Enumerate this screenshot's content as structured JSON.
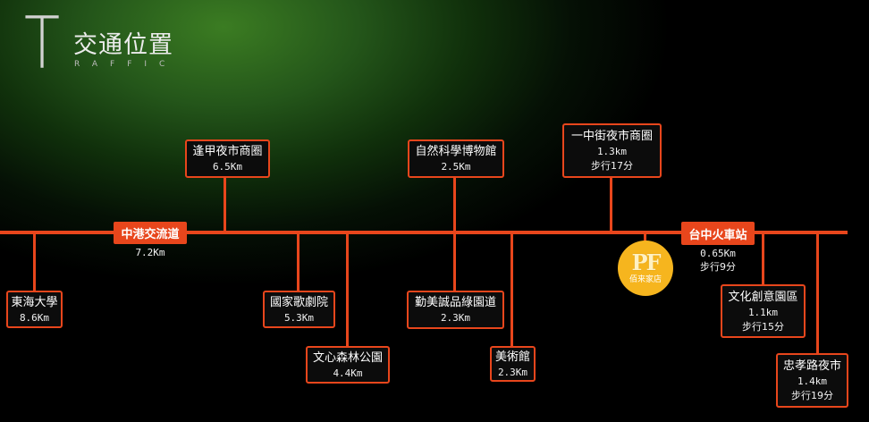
{
  "header": {
    "initial": "T",
    "title": "交通位置",
    "subtitle": "RAFFIC"
  },
  "colors": {
    "accent": "#e8461c",
    "background": "#000000",
    "glow": "#3b7c22",
    "logo": "#f6b51e"
  },
  "logo": {
    "mark": "PF",
    "name": "佰来家店"
  },
  "hubs": {
    "interchange": {
      "label": "中港交流道",
      "distance": "7.2Km"
    },
    "station": {
      "label": "台中火車站",
      "distance": "0.65Km",
      "walk": "步行9分"
    }
  },
  "places": {
    "fengjia": {
      "name": "逢甲夜市商圈",
      "distance": "6.5Km"
    },
    "science_museum": {
      "name": "自然科學博物館",
      "distance": "2.5Km"
    },
    "yizhong": {
      "name": "一中街夜市商圈",
      "distance": "1.3km",
      "walk": "步行17分"
    },
    "tunghai": {
      "name": "東海大學",
      "distance": "8.6Km"
    },
    "opera": {
      "name": "國家歌劇院",
      "distance": "5.3Km"
    },
    "wenxin_park": {
      "name": "文心森林公園",
      "distance": "4.4Km"
    },
    "greenway": {
      "name": "勤美誠品綠園道",
      "distance": "2.3Km"
    },
    "art_museum": {
      "name": "美術館",
      "distance": "2.3Km"
    },
    "cultural_park": {
      "name": "文化創意園區",
      "distance": "1.1km",
      "walk": "步行15分"
    },
    "zhongxiao_market": {
      "name": "忠孝路夜市",
      "distance": "1.4km",
      "walk": "步行19分"
    }
  }
}
